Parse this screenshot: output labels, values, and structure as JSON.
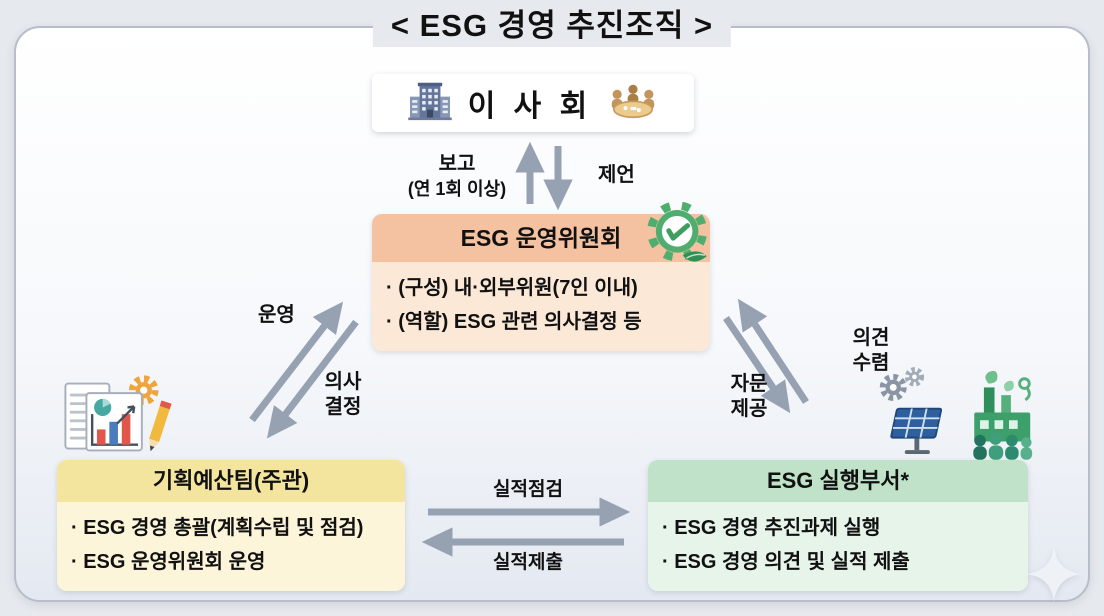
{
  "title": "< ESG 경영 추진조직 >",
  "board": {
    "label": "이 사 회"
  },
  "committee": {
    "title": "ESG 운영위원회",
    "items": [
      "· (구성) 내·외부위원(7인 이내)",
      "· (역할) ESG 관련 의사결정 등"
    ]
  },
  "planning": {
    "title": "기획예산팀(주관)",
    "items": [
      "· ESG 경영 총괄(계획수립 및 점검)",
      "· ESG 운영위원회 운영"
    ]
  },
  "execution": {
    "title": "ESG 실행부서*",
    "items": [
      "· ESG 경영 추진과제 실행",
      "· ESG 경영 의견 및 실적 제출"
    ]
  },
  "arrow_labels": {
    "report_1": "보고",
    "report_2": "(연 1회 이상)",
    "suggestion": "제언",
    "operation": "운영",
    "decision_1": "의사",
    "decision_2": "결정",
    "opinion_1": "의견",
    "opinion_2": "수렴",
    "advice_1": "자문",
    "advice_2": "제공",
    "performance_check": "실적점검",
    "performance_submit": "실적제출"
  },
  "icons": {
    "board_left": "building-icon",
    "board_right": "meeting-table-icon",
    "committee": "gear-check-leaf-icon",
    "planning": "documents-chart-pencil-icon",
    "execution": "solar-factory-people-icon",
    "decoration": "sparkle-icon"
  },
  "colors": {
    "committee_header": "#f4c2a1",
    "committee_body": "#fbe8d7",
    "planning_header": "#f4e59e",
    "planning_body": "#fcf5da",
    "execution_header": "#bfe2c8",
    "execution_body": "#e6f4e9",
    "arrow": "#96a1b2"
  }
}
